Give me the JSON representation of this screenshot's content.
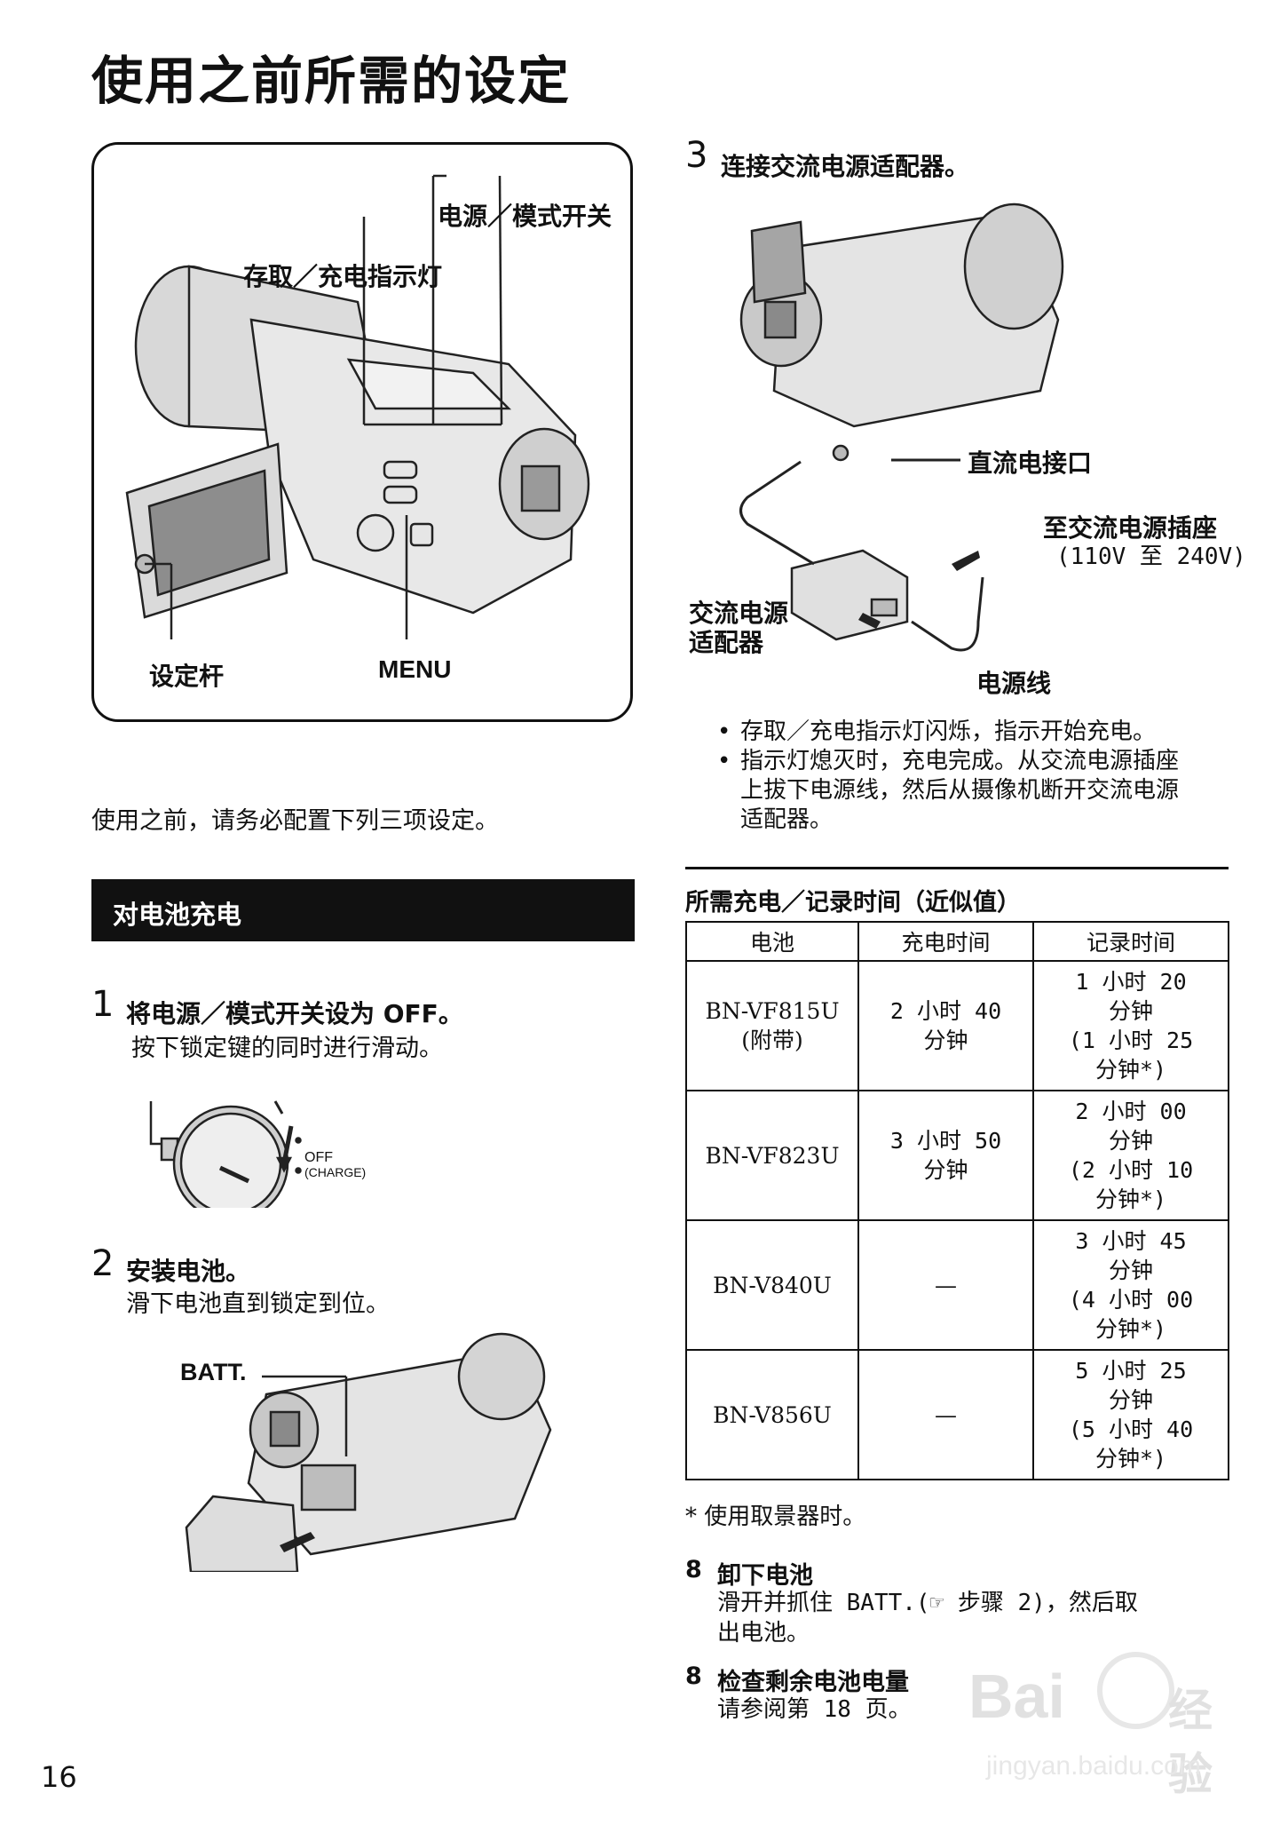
{
  "page": {
    "title": "使用之前所需的设定",
    "page_number": "16"
  },
  "diagram1": {
    "label_power_switch": "电源／模式开关",
    "label_indicator": "存取／充电指示灯",
    "label_lever": "设定杆",
    "label_menu": "MENU"
  },
  "intro": "使用之前，请务必配置下列三项设定。",
  "section": {
    "title": "对电池充电"
  },
  "step1": {
    "num": "1",
    "head": "将电源／模式开关设为 OFF。",
    "sub": "按下锁定键的同时进行滑动。",
    "dial_label_1": "OFF",
    "dial_label_2": "(CHARGE)"
  },
  "step2": {
    "num": "2",
    "head": "安装电池。",
    "sub": "滑下电池直到锁定到位。",
    "label_batt": "BATT."
  },
  "step3": {
    "num": "3",
    "head": "连接交流电源适配器。",
    "label_dc": "直流电接口",
    "label_outlet_1": "至交流电源插座",
    "label_outlet_2": "(110V 至 240V)",
    "label_adapter_1": "交流电源",
    "label_adapter_2": "适配器",
    "label_cord": "电源线"
  },
  "notes": {
    "n1": "存取／充电指示灯闪烁，指示开始充电。",
    "n2a": "指示灯熄灭时，充电完成。从交流电源插座",
    "n2b": "上拔下电源线，然后从摄像机断开交流电源",
    "n2c": "适配器。"
  },
  "table": {
    "caption": "所需充电／记录时间（近似值）",
    "headers": [
      "电池",
      "充电时间",
      "记录时间"
    ],
    "rows": [
      {
        "battery_1": "BN-VF815U",
        "battery_2": "(附带)",
        "charge_1": "2 小时 40",
        "charge_2": "分钟",
        "rec_1": "1 小时 20",
        "rec_2": "分钟",
        "rec_3": "(1 小时 25",
        "rec_4": "分钟*)"
      },
      {
        "battery_1": "BN-VF823U",
        "battery_2": "",
        "charge_1": "3 小时 50",
        "charge_2": "分钟",
        "rec_1": "2 小时 00",
        "rec_2": "分钟",
        "rec_3": "(2 小时 10",
        "rec_4": "分钟*)"
      },
      {
        "battery_1": "BN-V840U",
        "battery_2": "",
        "charge_1": "—",
        "charge_2": "",
        "rec_1": "3 小时 45",
        "rec_2": "分钟",
        "rec_3": "(4 小时 00",
        "rec_4": "分钟*)"
      },
      {
        "battery_1": "BN-V856U",
        "battery_2": "",
        "charge_1": "—",
        "charge_2": "",
        "rec_1": "5 小时 25",
        "rec_2": "分钟",
        "rec_3": "(5 小时 40",
        "rec_4": "分钟*)"
      }
    ],
    "footnote": "* 使用取景器时。"
  },
  "remove": {
    "marker": "8",
    "head": "卸下电池",
    "text_1": "滑开并抓住 BATT.(☞ 步骤 2)，然后取",
    "text_2": "出电池。"
  },
  "check": {
    "marker": "8",
    "head": "检查剩余电池电量",
    "text_1": "请参阅第 18 页。"
  },
  "watermark": {
    "brand": "Bai",
    "brand_cn": "经验",
    "url": "jingyan.baidu.com"
  }
}
